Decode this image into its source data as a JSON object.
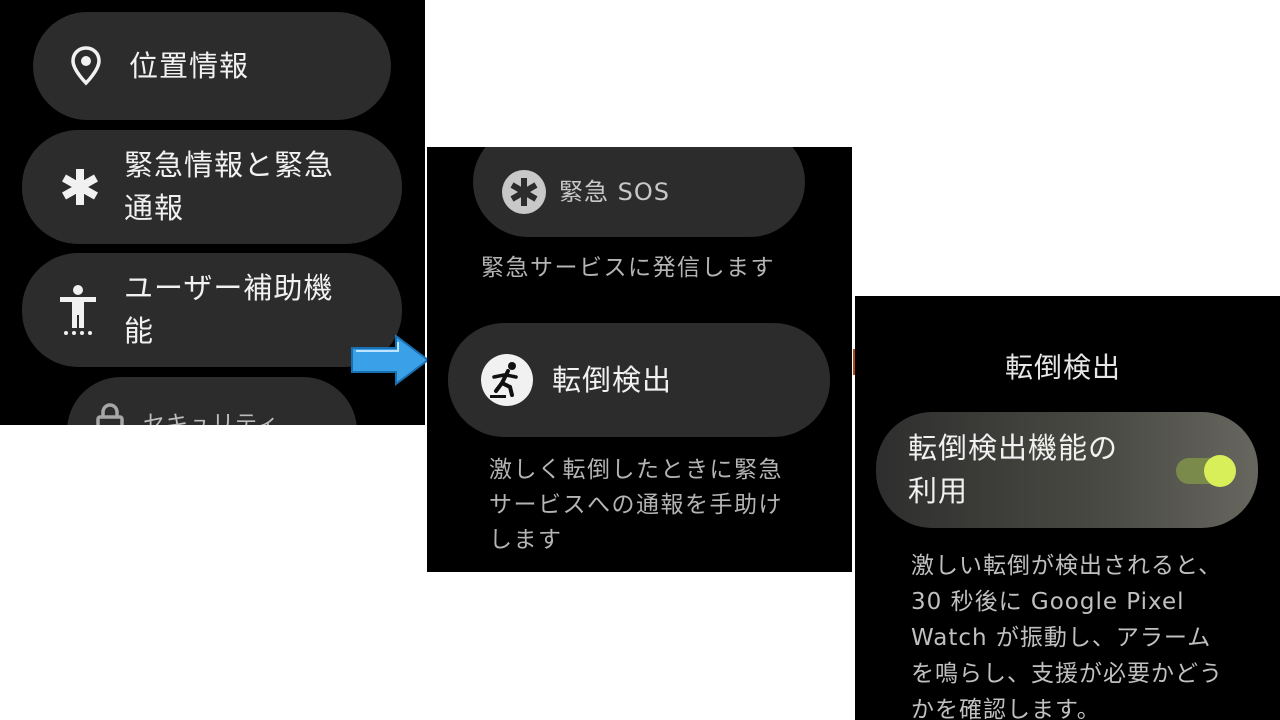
{
  "panel1": {
    "items": [
      {
        "label": "位置情報",
        "icon": "location-pin-icon"
      },
      {
        "label": "緊急情報と緊急通報",
        "icon": "asterisk-icon"
      },
      {
        "label": "ユーザー補助機能",
        "icon": "accessibility-icon"
      },
      {
        "label": "セキュリティ",
        "icon": "lock-icon"
      }
    ]
  },
  "panel2": {
    "sos": {
      "label": "緊急 SOS",
      "icon": "medical-star-icon",
      "description": "緊急サービスに発信します"
    },
    "fall": {
      "label": "転倒検出",
      "icon": "fall-person-icon",
      "description": "激しく転倒したときに緊急サービスへの通報を手助けします"
    }
  },
  "panel3": {
    "title": "転倒検出",
    "toggle": {
      "label": "転倒検出機能の利用",
      "state": "on"
    },
    "description": "激しい転倒が検出されると、30 秒後に Google Pixel Watch が振動し、アラームを鳴らし、支援が必要かどうかを確認します。"
  },
  "colors": {
    "arrow1": "#3aa0e8",
    "arrow2": "#f26a2a",
    "toggle_knob": "#d9ef5a",
    "toggle_track": "#7a8a4a"
  }
}
